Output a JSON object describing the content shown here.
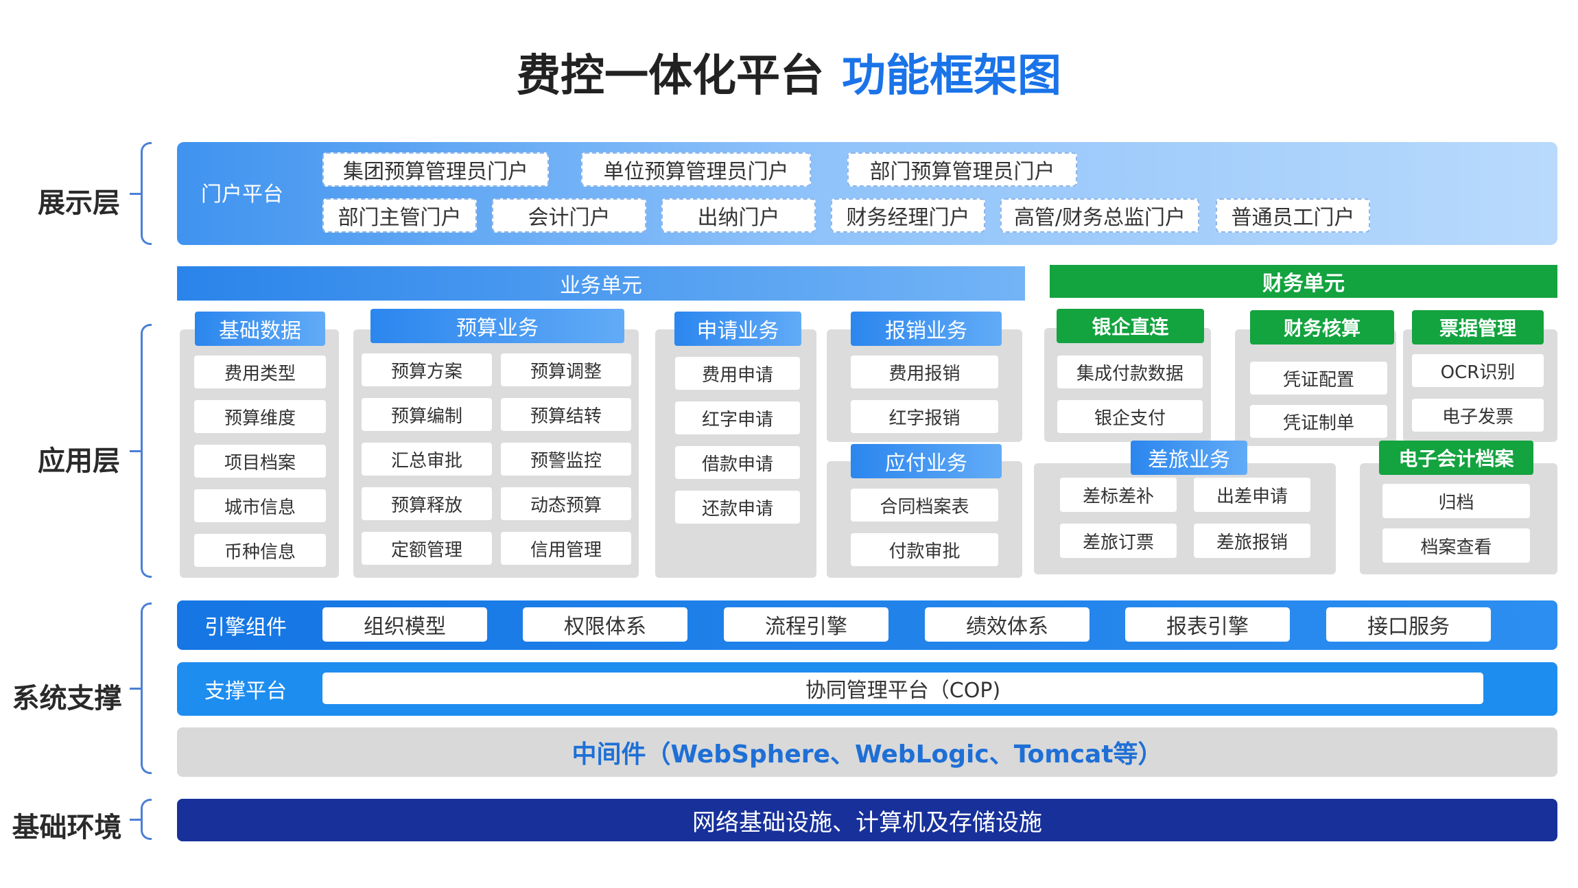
{
  "title": {
    "main": "费控一体化平台",
    "accent": "功能框架图"
  },
  "layers": {
    "display": "展示层",
    "application": "应用层",
    "system_support": "系统支撑",
    "infrastructure": "基础环境"
  },
  "portal": {
    "label": "门户平台",
    "row1": [
      "集团预算管理员门户",
      "单位预算管理员门户",
      "部门预算管理员门户"
    ],
    "row2": [
      "部门主管门户",
      "会计门户",
      "出纳门户",
      "财务经理门户",
      "高管/财务总监门户",
      "普通员工门户"
    ]
  },
  "business_unit": {
    "label": "业务单元",
    "basic_data": {
      "header": "基础数据",
      "items": [
        "费用类型",
        "预算维度",
        "项目档案",
        "城市信息",
        "币种信息"
      ]
    },
    "budget": {
      "header": "预算业务",
      "items": [
        "预算方案",
        "预算调整",
        "预算编制",
        "预算结转",
        "汇总审批",
        "预警监控",
        "预算释放",
        "动态预算",
        "定额管理",
        "信用管理"
      ]
    },
    "application": {
      "header": "申请业务",
      "items": [
        "费用申请",
        "红字申请",
        "借款申请",
        "还款申请"
      ]
    },
    "reimbursement": {
      "header": "报销业务",
      "items": [
        "费用报销",
        "红字报销"
      ]
    },
    "payable": {
      "header": "应付业务",
      "items": [
        "合同档案表",
        "付款审批"
      ]
    }
  },
  "finance_unit": {
    "label": "财务单元",
    "bank": {
      "header": "银企直连",
      "items": [
        "集成付款数据",
        "银企支付"
      ]
    },
    "accounting": {
      "header": "财务核算",
      "items": [
        "凭证配置",
        "凭证制单"
      ]
    },
    "invoice": {
      "header": "票据管理",
      "items": [
        "OCR识别",
        "电子发票"
      ]
    },
    "travel": {
      "header": "差旅业务",
      "items": [
        "差标差补",
        "出差申请",
        "差旅订票",
        "差旅报销"
      ]
    },
    "archive": {
      "header": "电子会计档案",
      "items": [
        "归档",
        "档案查看"
      ]
    }
  },
  "engine": {
    "label": "引擎组件",
    "items": [
      "组织模型",
      "权限体系",
      "流程引擎",
      "绩效体系",
      "报表引擎",
      "接口服务"
    ]
  },
  "support": {
    "label": "支撑平台",
    "item": "协同管理平台（COP)"
  },
  "middleware": "中间件（WebSphere、WebLogic、Tomcat等）",
  "infrastructure": "网络基础设施、计算机及存储设施",
  "colors": {
    "accent_blue": "#1a73e8",
    "finance_green": "#13a33f",
    "infra_navy": "#17309a",
    "panel_gray": "#dcdcdc"
  }
}
